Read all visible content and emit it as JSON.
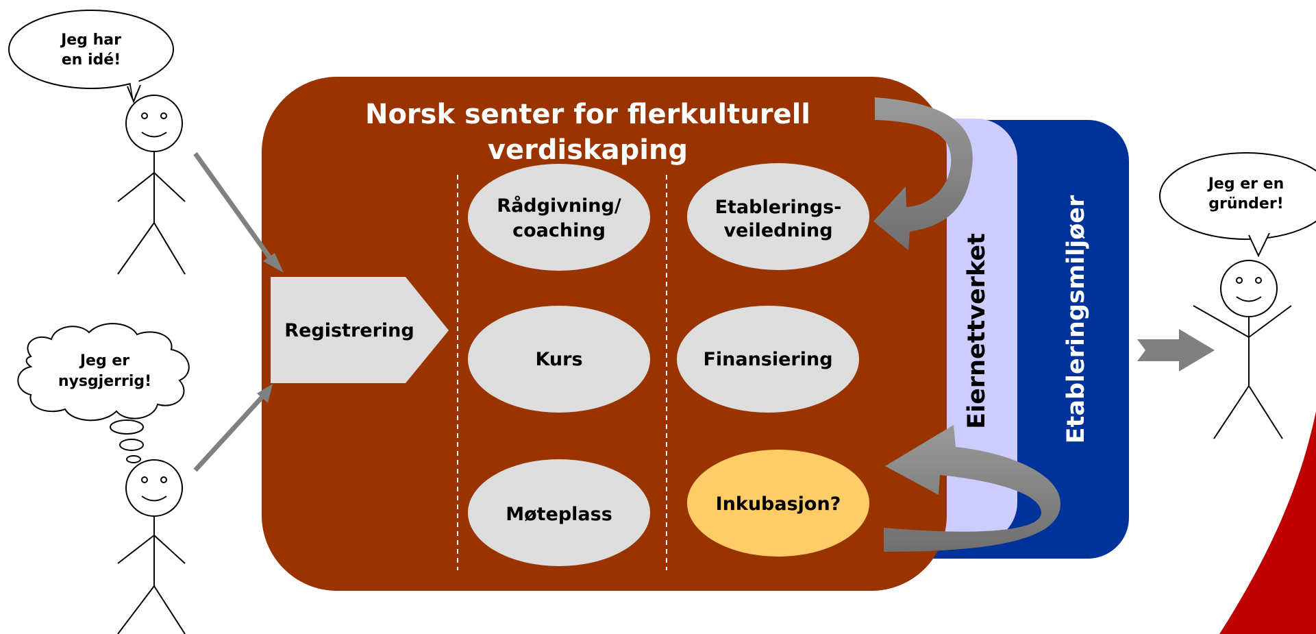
{
  "title": {
    "line1": "Norsk senter for flerkulturell",
    "line2": "verdiskaping"
  },
  "registration": {
    "label": "Registrering"
  },
  "services": {
    "col1": [
      {
        "line1": "Rådgivning/",
        "line2": "coaching"
      },
      {
        "line1": "Kurs"
      },
      {
        "line1": "Møteplass"
      }
    ],
    "col2": [
      {
        "line1": "Etablerings-",
        "line2": "veiledning"
      },
      {
        "line1": "Finansiering"
      },
      {
        "line1": "Inkubasjon?"
      }
    ]
  },
  "panels": {
    "eiernettverket": "Eiernettverket",
    "etableringsmiljoer": "Etableringsmiljøer"
  },
  "bubbles": {
    "idea": {
      "line1": "Jeg har",
      "line2": "en idé!"
    },
    "curious": {
      "line1": "Jeg er",
      "line2": "nysgjerrig!"
    },
    "founder": {
      "line1": "Jeg er en",
      "line2": "gründer!"
    }
  },
  "colors": {
    "main_box": "#993300",
    "eiernettverket_panel": "#ccccff",
    "etableringsmiljoer_panel": "#003399",
    "service_oval": "#dddddd",
    "incubation_oval": "#ffcc66",
    "arrow_gray": "#808080",
    "accent_red": "#cc0000"
  }
}
